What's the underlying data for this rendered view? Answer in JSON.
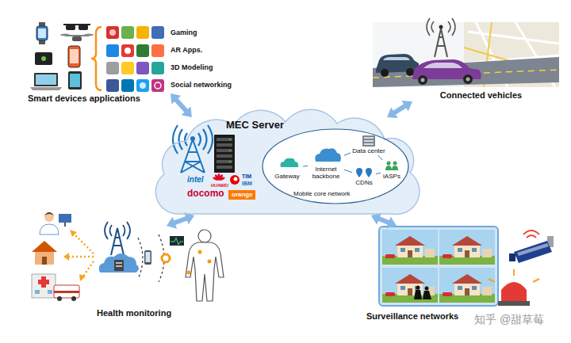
{
  "diagram": {
    "nodes": [
      {
        "text": [
          "Smart devices applications"
        ]
      },
      {
        "text": [
          "Connected vehicles"
        ]
      },
      {
        "text": [
          "MEC Server"
        ]
      },
      {
        "text": [
          "Mobile core network"
        ],
        "in": 2
      },
      {
        "text": [
          "Gateway"
        ],
        "in": 3
      },
      {
        "text": [
          "Internet backbone"
        ],
        "in": 3
      },
      {
        "text": [
          "Data center"
        ],
        "in": 3
      },
      {
        "text": [
          "iASPs"
        ],
        "in": 3
      },
      {
        "text": [
          "CDNs"
        ],
        "in": 3
      },
      {
        "text": [
          "Health monitoring"
        ]
      },
      {
        "text": [
          "Surveillance networks"
        ]
      }
    ],
    "edges": [
      {
        "from": 0,
        "to": 2,
        "arrow": "both"
      },
      {
        "from": 1,
        "to": 2,
        "arrow": "both"
      },
      {
        "from": 9,
        "to": 2,
        "arrow": "both"
      },
      {
        "from": 10,
        "to": 2,
        "arrow": "both"
      },
      {
        "from": 4,
        "to": 5,
        "arrow": "none"
      },
      {
        "from": 5,
        "to": 6,
        "arrow": "none"
      },
      {
        "from": 5,
        "to": 8,
        "arrow": "none"
      },
      {
        "from": 6,
        "to": 7,
        "arrow": "none"
      },
      {
        "from": 8,
        "to": 7,
        "arrow": "none"
      }
    ],
    "labels": [
      "Gaming",
      "AR Apps.",
      "3D Modeling",
      "Social networking",
      "intel",
      "HUAWEI",
      "TIM",
      "IBM",
      "docomo",
      "orange",
      "知乎 @甜草莓"
    ]
  }
}
